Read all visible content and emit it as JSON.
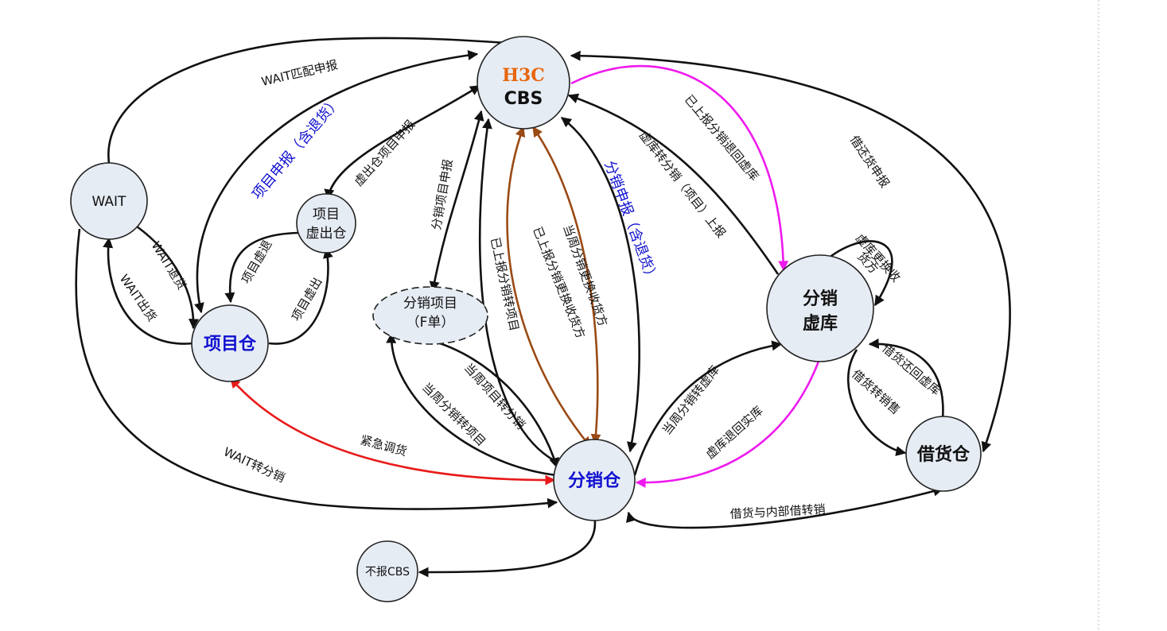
{
  "nodes": {
    "cbs_top": "H3C",
    "cbs_bottom": "CBS",
    "wait": "WAIT",
    "proj_virtual_line1": "项目",
    "proj_virtual_line2": "虚出仓",
    "dist_project_line1": "分销项目",
    "dist_project_line2": "（F单）",
    "project_wh": "项目仓",
    "dist_virtual_line1": "分销",
    "dist_virtual_line2": "虚库",
    "dist_wh": "分销仓",
    "loan_wh": "借货仓",
    "no_cbs": "不报CBS"
  },
  "labels": {
    "wait_match": "WAIT匹配申报",
    "project_report": "项目申报（含退货）",
    "virtual_out_report": "虚出仓项目申报",
    "dist_project_report": "分销项目申报",
    "reported_dist_to_proj": "已上报分销转项目",
    "week_change_consignee": "当周分销更换收货方",
    "reported_change_consignee": "已上报分销更换收货方",
    "dist_report": "分销申报（含退货）",
    "virtual_to_dist_report": "虚库转分销（项目）上报",
    "reported_return_virtual": "已上报分销退回虚库",
    "loan_report": "借还货申报",
    "wait_return": "WAIT退货",
    "wait_out": "WAIT出货",
    "proj_virtual_back": "项目虚退",
    "proj_virtual_out": "项目虚出",
    "virtual_change_consignee_l1": "虚库更换收",
    "virtual_change_consignee_l2": "货方",
    "week_proj_to_dist": "当周项目转分销",
    "week_dist_to_proj": "当周分销转项目",
    "urgent_transfer": "紧急调货",
    "wait_to_dist": "WAIT转分销",
    "week_dist_to_virtual": "当周分销转虚库",
    "virtual_return_real": "虚库退回实库",
    "loan_return_virtual": "借货还回虚库",
    "loan_to_sale": "借货转销售",
    "loan_internal_sale": "借货与内部借转销"
  },
  "colors": {
    "black": "#111111",
    "magenta": "#ee1aee",
    "brown": "#9a4a14",
    "red": "#e81a1a",
    "blue_text": "#1010d0",
    "orange_text": "#e8650c",
    "node_fill": "#e6ecf4"
  }
}
